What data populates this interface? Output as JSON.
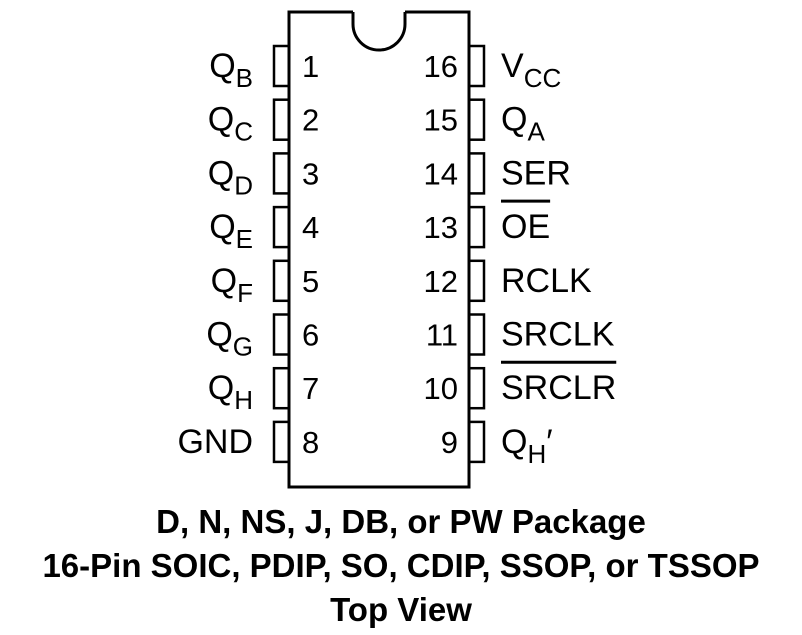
{
  "package": {
    "left_pins": [
      {
        "number": "1",
        "name": "Q",
        "sub": "B",
        "overbar": false
      },
      {
        "number": "2",
        "name": "Q",
        "sub": "C",
        "overbar": false
      },
      {
        "number": "3",
        "name": "Q",
        "sub": "D",
        "overbar": false
      },
      {
        "number": "4",
        "name": "Q",
        "sub": "E",
        "overbar": false
      },
      {
        "number": "5",
        "name": "Q",
        "sub": "F",
        "overbar": false
      },
      {
        "number": "6",
        "name": "Q",
        "sub": "G",
        "overbar": false
      },
      {
        "number": "7",
        "name": "Q",
        "sub": "H",
        "overbar": false
      },
      {
        "number": "8",
        "name": "GND",
        "sub": "",
        "overbar": false
      }
    ],
    "right_pins": [
      {
        "number": "16",
        "name": "V",
        "sub": "CC",
        "overbar": false,
        "suffix": ""
      },
      {
        "number": "15",
        "name": "Q",
        "sub": "A",
        "overbar": false,
        "suffix": ""
      },
      {
        "number": "14",
        "name": "SER",
        "sub": "",
        "overbar": false,
        "suffix": ""
      },
      {
        "number": "13",
        "name": "OE",
        "sub": "",
        "overbar": true,
        "suffix": ""
      },
      {
        "number": "12",
        "name": "RCLK",
        "sub": "",
        "overbar": false,
        "suffix": ""
      },
      {
        "number": "11",
        "name": "SRCLK",
        "sub": "",
        "overbar": false,
        "suffix": ""
      },
      {
        "number": "10",
        "name": "SRCLR",
        "sub": "",
        "overbar": true,
        "suffix": ""
      },
      {
        "number": "9",
        "name": "Q",
        "sub": "H",
        "overbar": false,
        "suffix": "′"
      }
    ]
  },
  "caption": {
    "line1": "D, N, NS, J, DB, or PW Package",
    "line2": "16-Pin SOIC, PDIP, SO, CDIP, SSOP, or TSSOP",
    "line3": "Top View"
  }
}
